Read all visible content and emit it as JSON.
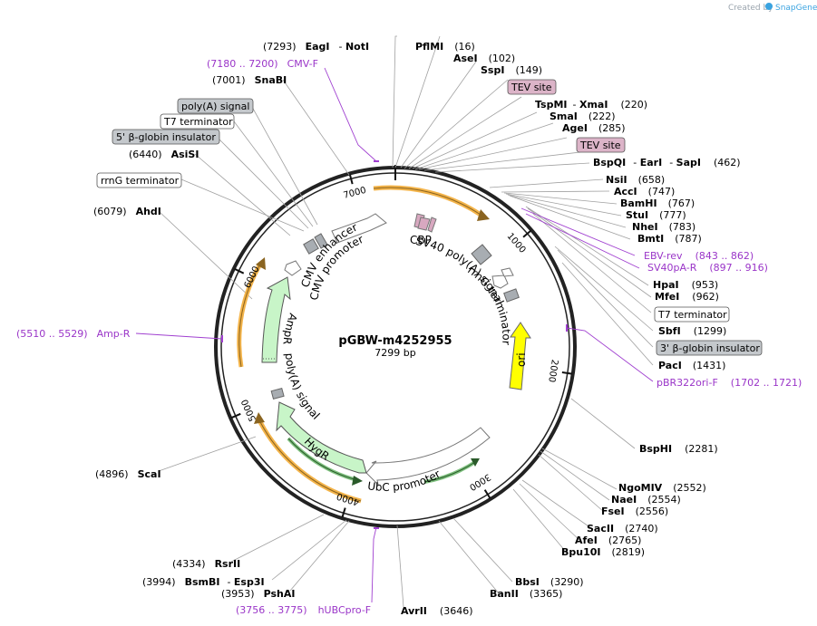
{
  "credit": {
    "prefix": "Created by",
    "brand": "SnapGene"
  },
  "plasmid": {
    "name": "pGBW-m4252955",
    "size": "7299 bp",
    "length": 7299
  },
  "tick_labels": [
    "1000",
    "2000",
    "3000",
    "4000",
    "5000",
    "6000",
    "7000"
  ],
  "colors": {
    "primer": "#9a35c8",
    "orange_arrow": "#f4b44a",
    "green_arrow": "#c8f5c8",
    "ori": "#ffff00",
    "tev": "#dcb4c8",
    "insulator": "#c4c8cc"
  },
  "features": {
    "cmv_enhancer": "CMV enhancer",
    "cmv_promoter": "CMV promoter",
    "cbp": "CBP",
    "sv40_polya": "SV40 poly(A) signal",
    "rrng_terminator": "rrnG terminator",
    "ori": "ori",
    "ubc_promoter": "UbC promoter",
    "hygr": "HygR",
    "polya": "poly(A) signal",
    "ampr": "AmpR"
  },
  "sites": [
    {
      "name": "EagI",
      "extra": "NotI",
      "pos": "(7293)",
      "at": 7293
    },
    {
      "name": "PflMI",
      "pos": "(16)",
      "at": 16
    },
    {
      "name": "AseI",
      "pos": "(102)",
      "at": 102
    },
    {
      "name": "SspI",
      "pos": "(149)",
      "at": 149
    },
    {
      "name": "TspMI",
      "extra": "XmaI",
      "pos": "(220)",
      "at": 220
    },
    {
      "name": "SmaI",
      "pos": "(222)",
      "at": 222
    },
    {
      "name": "AgeI",
      "pos": "(285)",
      "at": 285
    },
    {
      "name": "BspQI",
      "extra": "EarI",
      "extra2": "SapI",
      "pos": "(462)",
      "at": 462
    },
    {
      "name": "NsiI",
      "pos": "(658)",
      "at": 658
    },
    {
      "name": "AccI",
      "pos": "(747)",
      "at": 747
    },
    {
      "name": "BamHI",
      "pos": "(767)",
      "at": 767
    },
    {
      "name": "StuI",
      "pos": "(777)",
      "at": 777
    },
    {
      "name": "NheI",
      "pos": "(783)",
      "at": 783
    },
    {
      "name": "BmtI",
      "pos": "(787)",
      "at": 787
    },
    {
      "name": "HpaI",
      "pos": "(953)",
      "at": 953
    },
    {
      "name": "MfeI",
      "pos": "(962)",
      "at": 962
    },
    {
      "name": "SbfI",
      "pos": "(1299)",
      "at": 1299
    },
    {
      "name": "PacI",
      "pos": "(1431)",
      "at": 1431
    },
    {
      "name": "BspHI",
      "pos": "(2281)",
      "at": 2281
    },
    {
      "name": "NgoMIV",
      "pos": "(2552)",
      "at": 2552
    },
    {
      "name": "NaeI",
      "pos": "(2554)",
      "at": 2554
    },
    {
      "name": "FseI",
      "pos": "(2556)",
      "at": 2556
    },
    {
      "name": "SacII",
      "pos": "(2740)",
      "at": 2740
    },
    {
      "name": "AfeI",
      "pos": "(2765)",
      "at": 2765
    },
    {
      "name": "Bpu10I",
      "pos": "(2819)",
      "at": 2819
    },
    {
      "name": "BbsI",
      "pos": "(3290)",
      "at": 3290
    },
    {
      "name": "BanII",
      "pos": "(3365)",
      "at": 3365
    },
    {
      "name": "AvrII",
      "pos": "(3646)",
      "at": 3646
    },
    {
      "name": "PshAI",
      "pos": "(3953)",
      "at": 3953
    },
    {
      "name": "BsmBI",
      "extra": "Esp3I",
      "pos": "(3994)",
      "at": 3994
    },
    {
      "name": "RsrII",
      "pos": "(4334)",
      "at": 4334
    },
    {
      "name": "ScaI",
      "pos": "(4896)",
      "at": 4896
    },
    {
      "name": "AhdI",
      "pos": "(6079)",
      "at": 6079
    },
    {
      "name": "AsiSI",
      "pos": "(6440)",
      "at": 6440
    },
    {
      "name": "SnaBI",
      "pos": "(7001)",
      "at": 7001
    }
  ],
  "boxed": [
    {
      "text": "TEV site",
      "type": "tev"
    },
    {
      "text": "TEV site",
      "type": "tev"
    },
    {
      "text": "T7 terminator",
      "type": "plain"
    },
    {
      "text": "3' β-globin insulator",
      "type": "grey"
    },
    {
      "text": "poly(A) signal",
      "type": "grey"
    },
    {
      "text": "T7 terminator",
      "type": "plain"
    },
    {
      "text": "5' β-globin insulator",
      "type": "grey"
    },
    {
      "text": "rrnG terminator",
      "type": "plain"
    }
  ],
  "primers": [
    {
      "range": "(7180 .. 7200)",
      "name": "CMV-F"
    },
    {
      "range": "(843 .. 862)",
      "name": "EBV-rev"
    },
    {
      "range": "(897 .. 916)",
      "name": "SV40pA-R"
    },
    {
      "range": "(1702 .. 1721)",
      "name": "pBR322ori-F"
    },
    {
      "range": "(5510 .. 5529)",
      "name": "Amp-R"
    },
    {
      "range": "(3756 .. 3775)",
      "name": "hUBCpro-F"
    }
  ]
}
